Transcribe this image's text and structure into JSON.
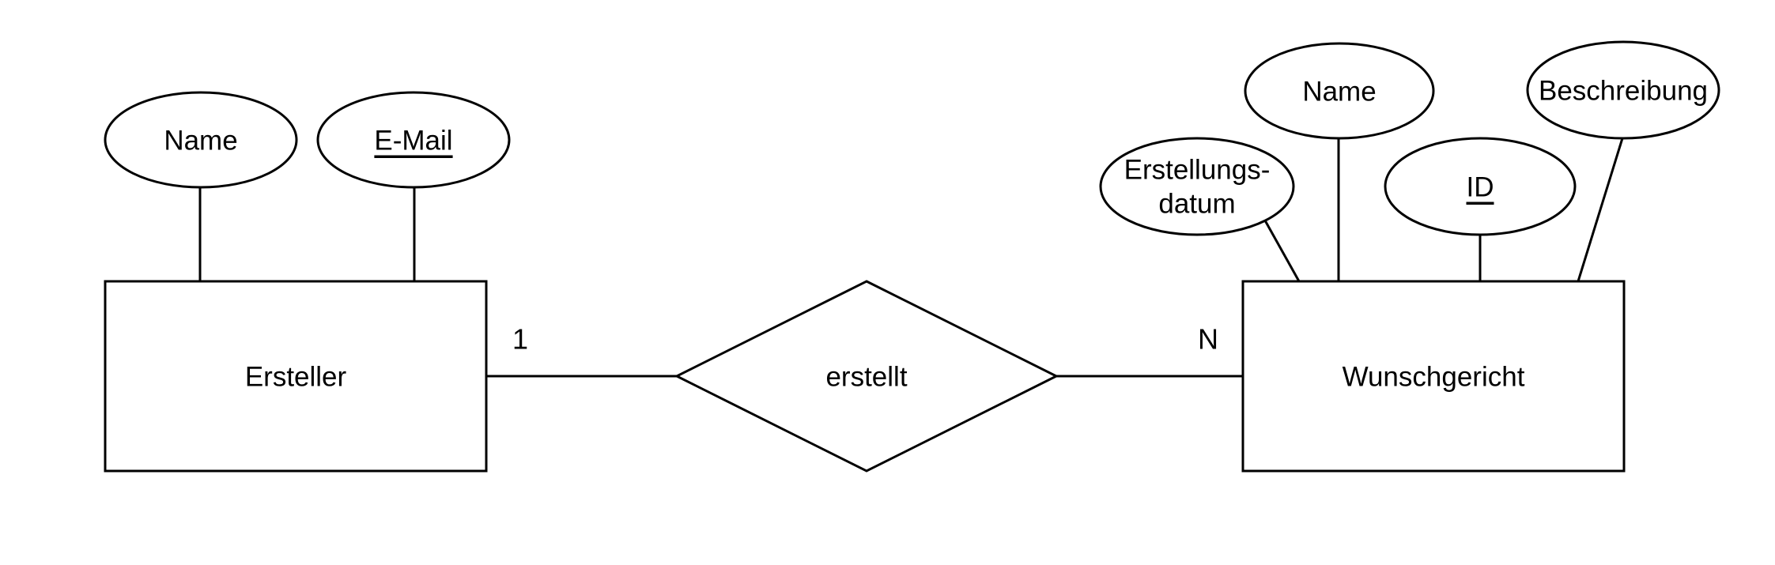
{
  "diagram": {
    "type": "entity-relationship-diagram",
    "language": "de",
    "colors": {
      "background": "#ffffff",
      "shape_fill": "#ffffff",
      "stroke": "#000000",
      "text": "#000000"
    },
    "entities": [
      {
        "name": "Ersteller",
        "cardinality": "1",
        "attributes": [
          {
            "label": "Name",
            "primary_key": false
          },
          {
            "label": "E-Mail",
            "primary_key": true
          }
        ]
      },
      {
        "name": "Wunschgericht",
        "cardinality": "N",
        "attributes": [
          {
            "label_line1": "Erstellungs-",
            "label_line2": "datum",
            "primary_key": false
          },
          {
            "label": "Name",
            "primary_key": false
          },
          {
            "label": "ID",
            "primary_key": true
          },
          {
            "label": "Beschreibung",
            "primary_key": false
          }
        ]
      }
    ],
    "relationship": {
      "label": "erstellt"
    }
  }
}
